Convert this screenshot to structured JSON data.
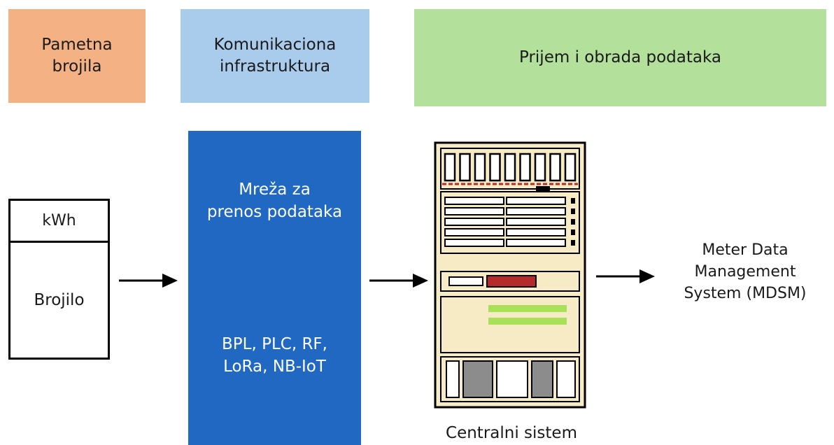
{
  "headers": {
    "meters": "Pametna\nbrojila",
    "communication": "Komunikaciona\ninfrastruktura",
    "processing": "Prijem i obrada podataka"
  },
  "meter": {
    "unit": "kWh",
    "name": "Brojilo"
  },
  "network": {
    "title": "Mreža za\nprenos podataka",
    "technologies": "BPL, PLC, RF,\nLoRa, NB-IoT"
  },
  "central_system": {
    "label": "Centralni sistem"
  },
  "mdsm": {
    "label": "Meter Data\nManagement\nSystem (MDSM)"
  },
  "colors": {
    "meters_header": "#f4b183",
    "communication_header": "#a9cbec",
    "processing_header": "#b3e09b",
    "network_block": "#2068c2",
    "cabinet_fill": "#f7ebc6",
    "cabinet_outline": "#000000",
    "display_red": "#b52a2a",
    "display_green": "#a8e05a",
    "drive_gray": "#8c8c8c"
  },
  "icons": {
    "central_system": "server-cabinet-icon",
    "flow_arrow": "arrow-right-icon"
  }
}
